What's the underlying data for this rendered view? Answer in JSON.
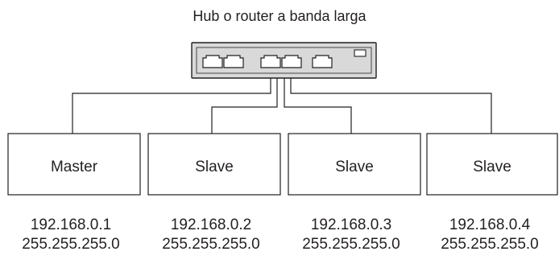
{
  "hub": {
    "title": "Hub o router a banda larga"
  },
  "devices": [
    {
      "name": "Master",
      "ip": "192.168.0.1",
      "mask": "255.255.255.0"
    },
    {
      "name": "Slave",
      "ip": "192.168.0.2",
      "mask": "255.255.255.0"
    },
    {
      "name": "Slave",
      "ip": "192.168.0.3",
      "mask": "255.255.255.0"
    },
    {
      "name": "Slave",
      "ip": "192.168.0.4",
      "mask": "255.255.255.0"
    }
  ],
  "colors": {
    "line": "#231f20",
    "hub_body": "#d9d9d9",
    "hub_ports": "#ffffff"
  }
}
